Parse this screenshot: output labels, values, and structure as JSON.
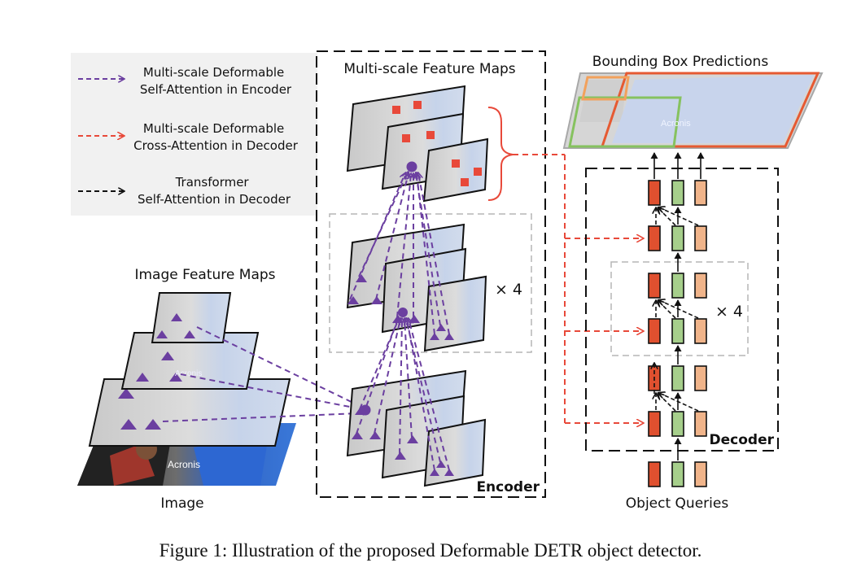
{
  "legend": {
    "encoder_attn": "Multi-scale Deformable\nSelf-Attention in Encoder",
    "cross_attn": "Multi-scale Deformable\nCross-Attention in Decoder",
    "decoder_self_attn": "Transformer\nSelf-Attention in Decoder"
  },
  "labels": {
    "multiscale_maps": "Multi-scale Feature Maps",
    "bbox_predictions": "Bounding Box Predictions",
    "image_feature_maps": "Image Feature Maps",
    "image": "Image",
    "encoder": "Encoder",
    "decoder": "Decoder",
    "object_queries": "Object Queries",
    "repeat_encoder": "× 4",
    "repeat_decoder": "× 4",
    "photo_text": "Acronis"
  },
  "caption": "Figure 1: Illustration of the proposed Deformable DETR object detector.",
  "colors": {
    "purple": "#6b3fa0",
    "red": "#e8493a",
    "green_token": "#a6cf8b",
    "orange_token": "#f0b48a",
    "red_token": "#e0502f",
    "sky": "#3f6fc8",
    "gray_box": "#b5b5b5",
    "legend_bg": "#f1f1f1"
  }
}
